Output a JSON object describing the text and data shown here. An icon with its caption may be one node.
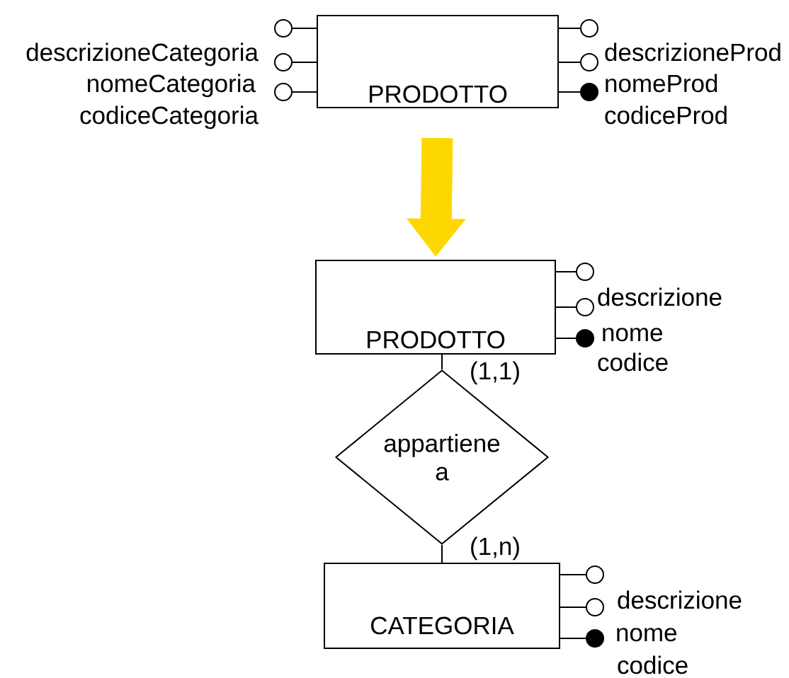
{
  "diagram": {
    "nodes": [
      {
        "text": [
          "PRODOTTO"
        ]
      },
      {
        "text": [],
        "shape": "circle"
      },
      {
        "text": [],
        "shape": "circle"
      },
      {
        "text": [],
        "shape": "circle"
      },
      {
        "text": [],
        "shape": "circle"
      },
      {
        "text": [],
        "shape": "circle"
      },
      {
        "text": [],
        "shape": "dot"
      },
      {
        "text": [
          "PRODOTTO"
        ]
      },
      {
        "text": [],
        "shape": "circle"
      },
      {
        "text": [],
        "shape": "circle"
      },
      {
        "text": [],
        "shape": "dot"
      },
      {
        "text": [
          "appartiene a"
        ]
      },
      {
        "text": [
          "CATEGORIA"
        ]
      },
      {
        "text": [],
        "shape": "circle"
      },
      {
        "text": [],
        "shape": "circle"
      },
      {
        "text": [],
        "shape": "dot"
      }
    ],
    "edges": [
      {
        "from": 0,
        "to": 1,
        "arrow": "none"
      },
      {
        "from": 0,
        "to": 2,
        "arrow": "none"
      },
      {
        "from": 0,
        "to": 3,
        "arrow": "none"
      },
      {
        "from": 0,
        "to": 4,
        "arrow": "none"
      },
      {
        "from": 0,
        "to": 5,
        "arrow": "none"
      },
      {
        "from": 0,
        "to": 6,
        "arrow": "none"
      },
      {
        "from": 0,
        "to": 7,
        "arrow": "to",
        "style": "thick",
        "color": "#ffd700"
      },
      {
        "from": 7,
        "to": 8,
        "arrow": "none"
      },
      {
        "from": 7,
        "to": 9,
        "arrow": "none"
      },
      {
        "from": 7,
        "to": 10,
        "arrow": "none"
      },
      {
        "from": 7,
        "to": 11,
        "arrow": "none",
        "label": "(1,1)"
      },
      {
        "from": 11,
        "to": 12,
        "arrow": "none",
        "label": "(1,n)"
      },
      {
        "from": 12,
        "to": 13,
        "arrow": "none"
      },
      {
        "from": 12,
        "to": 14,
        "arrow": "none"
      },
      {
        "from": 12,
        "to": 15,
        "arrow": "none"
      }
    ],
    "labels": [
      "descrizioneCategoria",
      "nomeCategoria",
      "codiceCategoria",
      "descrizioneProd",
      "nomeProd",
      "codiceProd",
      "descrizione",
      "nome",
      "codice",
      "descrizione",
      "nome",
      "codice"
    ]
  }
}
